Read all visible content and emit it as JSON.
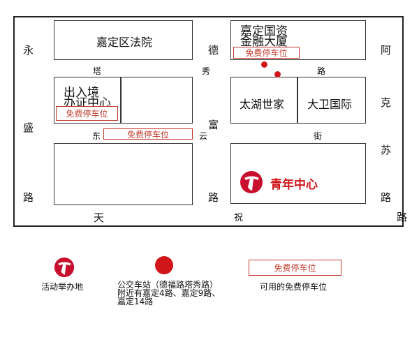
{
  "blocks": {
    "court": "嘉定区法院",
    "tower_line1": "嘉定国资",
    "tower_line2": "金融大厦",
    "immig_line1": "出入境",
    "immig_line2": "办证中心",
    "taihu": "太湖世家",
    "dawei": "大卫国际",
    "youth": "青年中心"
  },
  "parking_label": "免费停车位",
  "roads": {
    "yongsheng": [
      "永",
      "盛",
      "路"
    ],
    "defu": [
      "德",
      "富",
      "路"
    ],
    "akesu": [
      "阿",
      "克",
      "苏",
      "路",
      "路"
    ],
    "taxiu": [
      "塔",
      "秀",
      "路"
    ],
    "dongyun": [
      "东",
      "云",
      "街"
    ],
    "tianzhu": [
      "天",
      "祝"
    ]
  },
  "legend": {
    "event_venue": "活动举办地",
    "bus_stop": "公交车站（德福路塔秀路）\n附近有嘉定4路、嘉定9路、\n嘉定14路",
    "parking": "可用的免费停车位"
  },
  "colors": {
    "accent_red": "#d0161b",
    "parking_red": "#c0392b"
  },
  "icons": {
    "logo": "youth-center-logo-icon",
    "bus": "bus-stop-dot-icon"
  }
}
